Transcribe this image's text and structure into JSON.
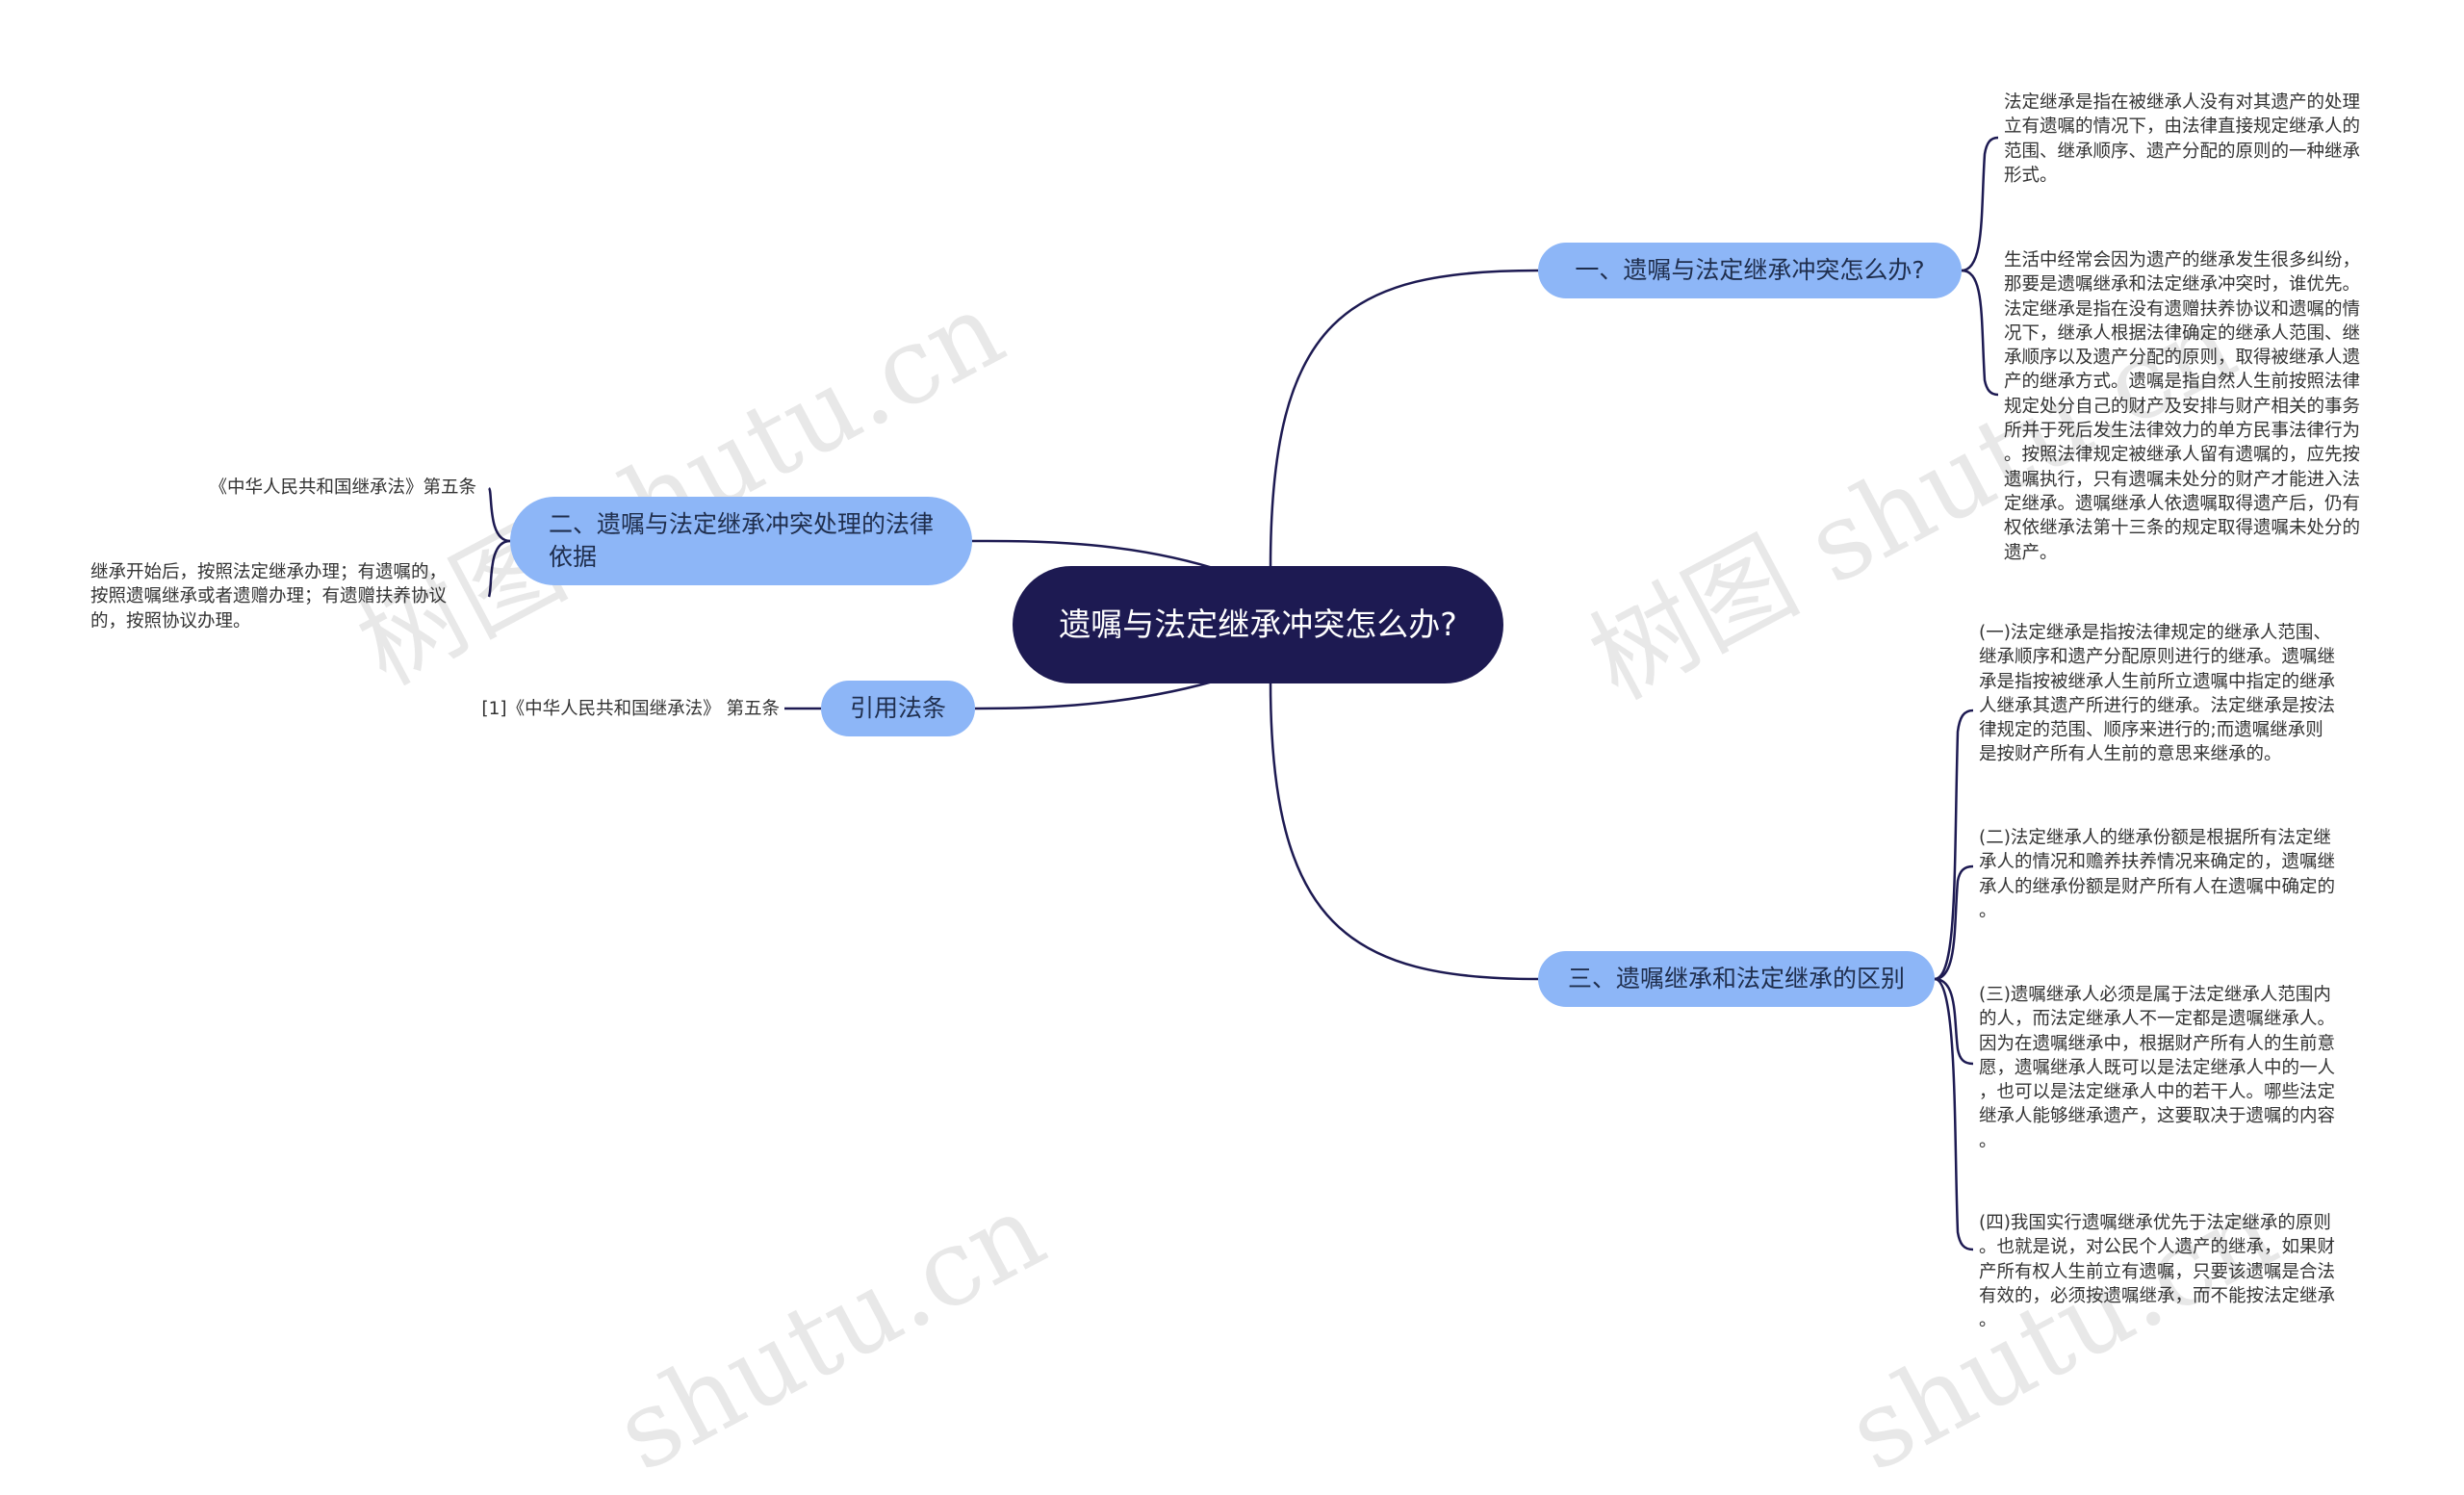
{
  "root": {
    "label": "遗嘱与法定继承冲突怎么办?"
  },
  "branches": [
    {
      "label": "一、遗嘱与法定继承冲突怎么办?",
      "leaves": [
        "法定继承是指在被继承人没有对其遗产的处理\n立有遗嘱的情况下，由法律直接规定继承人的\n范围、继承顺序、遗产分配的原则的一种继承\n形式。",
        "生活中经常会因为遗产的继承发生很多纠纷，\n那要是遗嘱继承和法定继承冲突时，谁优先。\n法定继承是指在没有遗赠扶养协议和遗嘱的情\n况下，继承人根据法律确定的继承人范围、继\n承顺序以及遗产分配的原则，取得被继承人遗\n产的继承方式。遗嘱是指自然人生前按照法律\n规定处分自己的财产及安排与财产相关的事务\n所并于死后发生法律效力的单方民事法律行为\n。按照法律规定被继承人留有遗嘱的，应先按\n遗嘱执行，只有遗嘱未处分的财产才能进入法\n定继承。遗嘱继承人依遗嘱取得遗产后，仍有\n权依继承法第十三条的规定取得遗嘱未处分的\n遗产。"
      ]
    },
    {
      "label": "二、遗嘱与法定继承冲突处理的法律依据",
      "leaves": [
        "《中华人民共和国继承法》第五条",
        "继承开始后，按照法定继承办理；有遗嘱的，\n按照遗嘱继承或者遗赠办理；有遗赠扶养协议\n的，按照协议办理。"
      ]
    },
    {
      "label": "引用法条",
      "leaves": [
        "[1]《中华人民共和国继承法》 第五条"
      ]
    },
    {
      "label": "三、遗嘱继承和法定继承的区别",
      "leaves": [
        "(一)法定继承是指按法律规定的继承人范围、\n继承顺序和遗产分配原则进行的继承。遗嘱继\n承是指按被继承人生前所立遗嘱中指定的继承\n人继承其遗产所进行的继承。法定继承是按法\n律规定的范围、顺序来进行的;而遗嘱继承则\n是按财产所有人生前的意思来继承的。",
        "(二)法定继承人的继承份额是根据所有法定继\n承人的情况和赡养扶养情况来确定的，遗嘱继\n承人的继承份额是财产所有人在遗嘱中确定的\n。",
        "(三)遗嘱继承人必须是属于法定继承人范围内\n的人，而法定继承人不一定都是遗嘱继承人。\n因为在遗嘱继承中，根据财产所有人的生前意\n愿，遗嘱继承人既可以是法定继承人中的一人\n，也可以是法定继承人中的若干人。哪些法定\n继承人能够继承遗产，这要取决于遗嘱的内容\n。",
        "(四)我国实行遗嘱继承优先于法定继承的原则\n。也就是说，对公民个人遗产的继承，如果财\n产所有权人生前立有遗嘱，只要该遗嘱是合法\n有效的，必须按遗嘱继承，而不能按法定继承\n。"
      ]
    }
  ],
  "watermarks": [
    "树图 shutu.cn",
    "树图 shutu.cn",
    "shutu.cn",
    "shutu.cn"
  ],
  "colors": {
    "root": "#1d1a52",
    "branch": "#8db6f7",
    "edge": "#1d1a52"
  }
}
